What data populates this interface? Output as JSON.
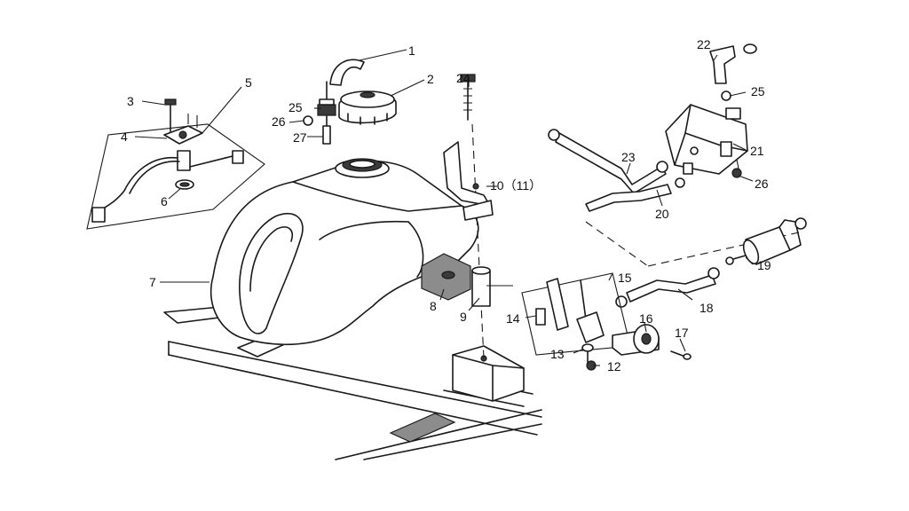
{
  "labels": {
    "l1": "1",
    "l2": "2",
    "l3": "3",
    "l4": "4",
    "l5": "5",
    "l6": "6",
    "l7": "7",
    "l8": "8",
    "l9": "9",
    "l10": "10（11）",
    "l12": "12",
    "l13": "13",
    "l14": "14",
    "l15": "15",
    "l16": "16",
    "l17": "17",
    "l18": "18",
    "l19": "19",
    "l20": "20",
    "l21": "21",
    "l22": "22",
    "l23": "23",
    "l24": "24",
    "l25a": "25",
    "l25b": "25",
    "l26a": "26",
    "l26b": "26",
    "l27": "27"
  },
  "colors": {
    "ink": "#1a1a1a",
    "paper": "#ffffff",
    "shade": "#3a3a3a",
    "mid": "#8c8c8c"
  }
}
